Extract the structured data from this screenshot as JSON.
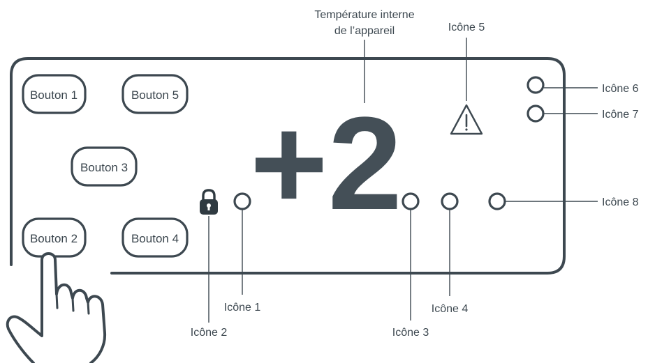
{
  "display": {
    "temperature_value": "+2",
    "temperature_label_line1": "Température interne",
    "temperature_label_line2": "de l’appareil"
  },
  "buttons": [
    {
      "id": "bouton-1",
      "label": "Bouton 1"
    },
    {
      "id": "bouton-5",
      "label": "Bouton 5"
    },
    {
      "id": "bouton-3",
      "label": "Bouton 3"
    },
    {
      "id": "bouton-2",
      "label": "Bouton 2"
    },
    {
      "id": "bouton-4",
      "label": "Bouton 4"
    }
  ],
  "icons": [
    {
      "id": "icone-1",
      "label": "Icône 1",
      "symbol": "circle-indicator"
    },
    {
      "id": "icone-2",
      "label": "Icône 2",
      "symbol": "padlock"
    },
    {
      "id": "icone-3",
      "label": "Icône 3",
      "symbol": "circle-indicator"
    },
    {
      "id": "icone-4",
      "label": "Icône 4",
      "symbol": "circle-indicator"
    },
    {
      "id": "icone-5",
      "label": "Icône 5",
      "symbol": "warning-triangle"
    },
    {
      "id": "icone-6",
      "label": "Icône 6",
      "symbol": "circle-indicator"
    },
    {
      "id": "icone-7",
      "label": "Icône 7",
      "symbol": "circle-indicator"
    },
    {
      "id": "icone-8",
      "label": "Icône 8",
      "symbol": "circle-indicator"
    }
  ],
  "colors": {
    "stroke": "#3d4850",
    "digits": "#444f57",
    "background": "#ffffff"
  },
  "pointer": "hand-pointer"
}
